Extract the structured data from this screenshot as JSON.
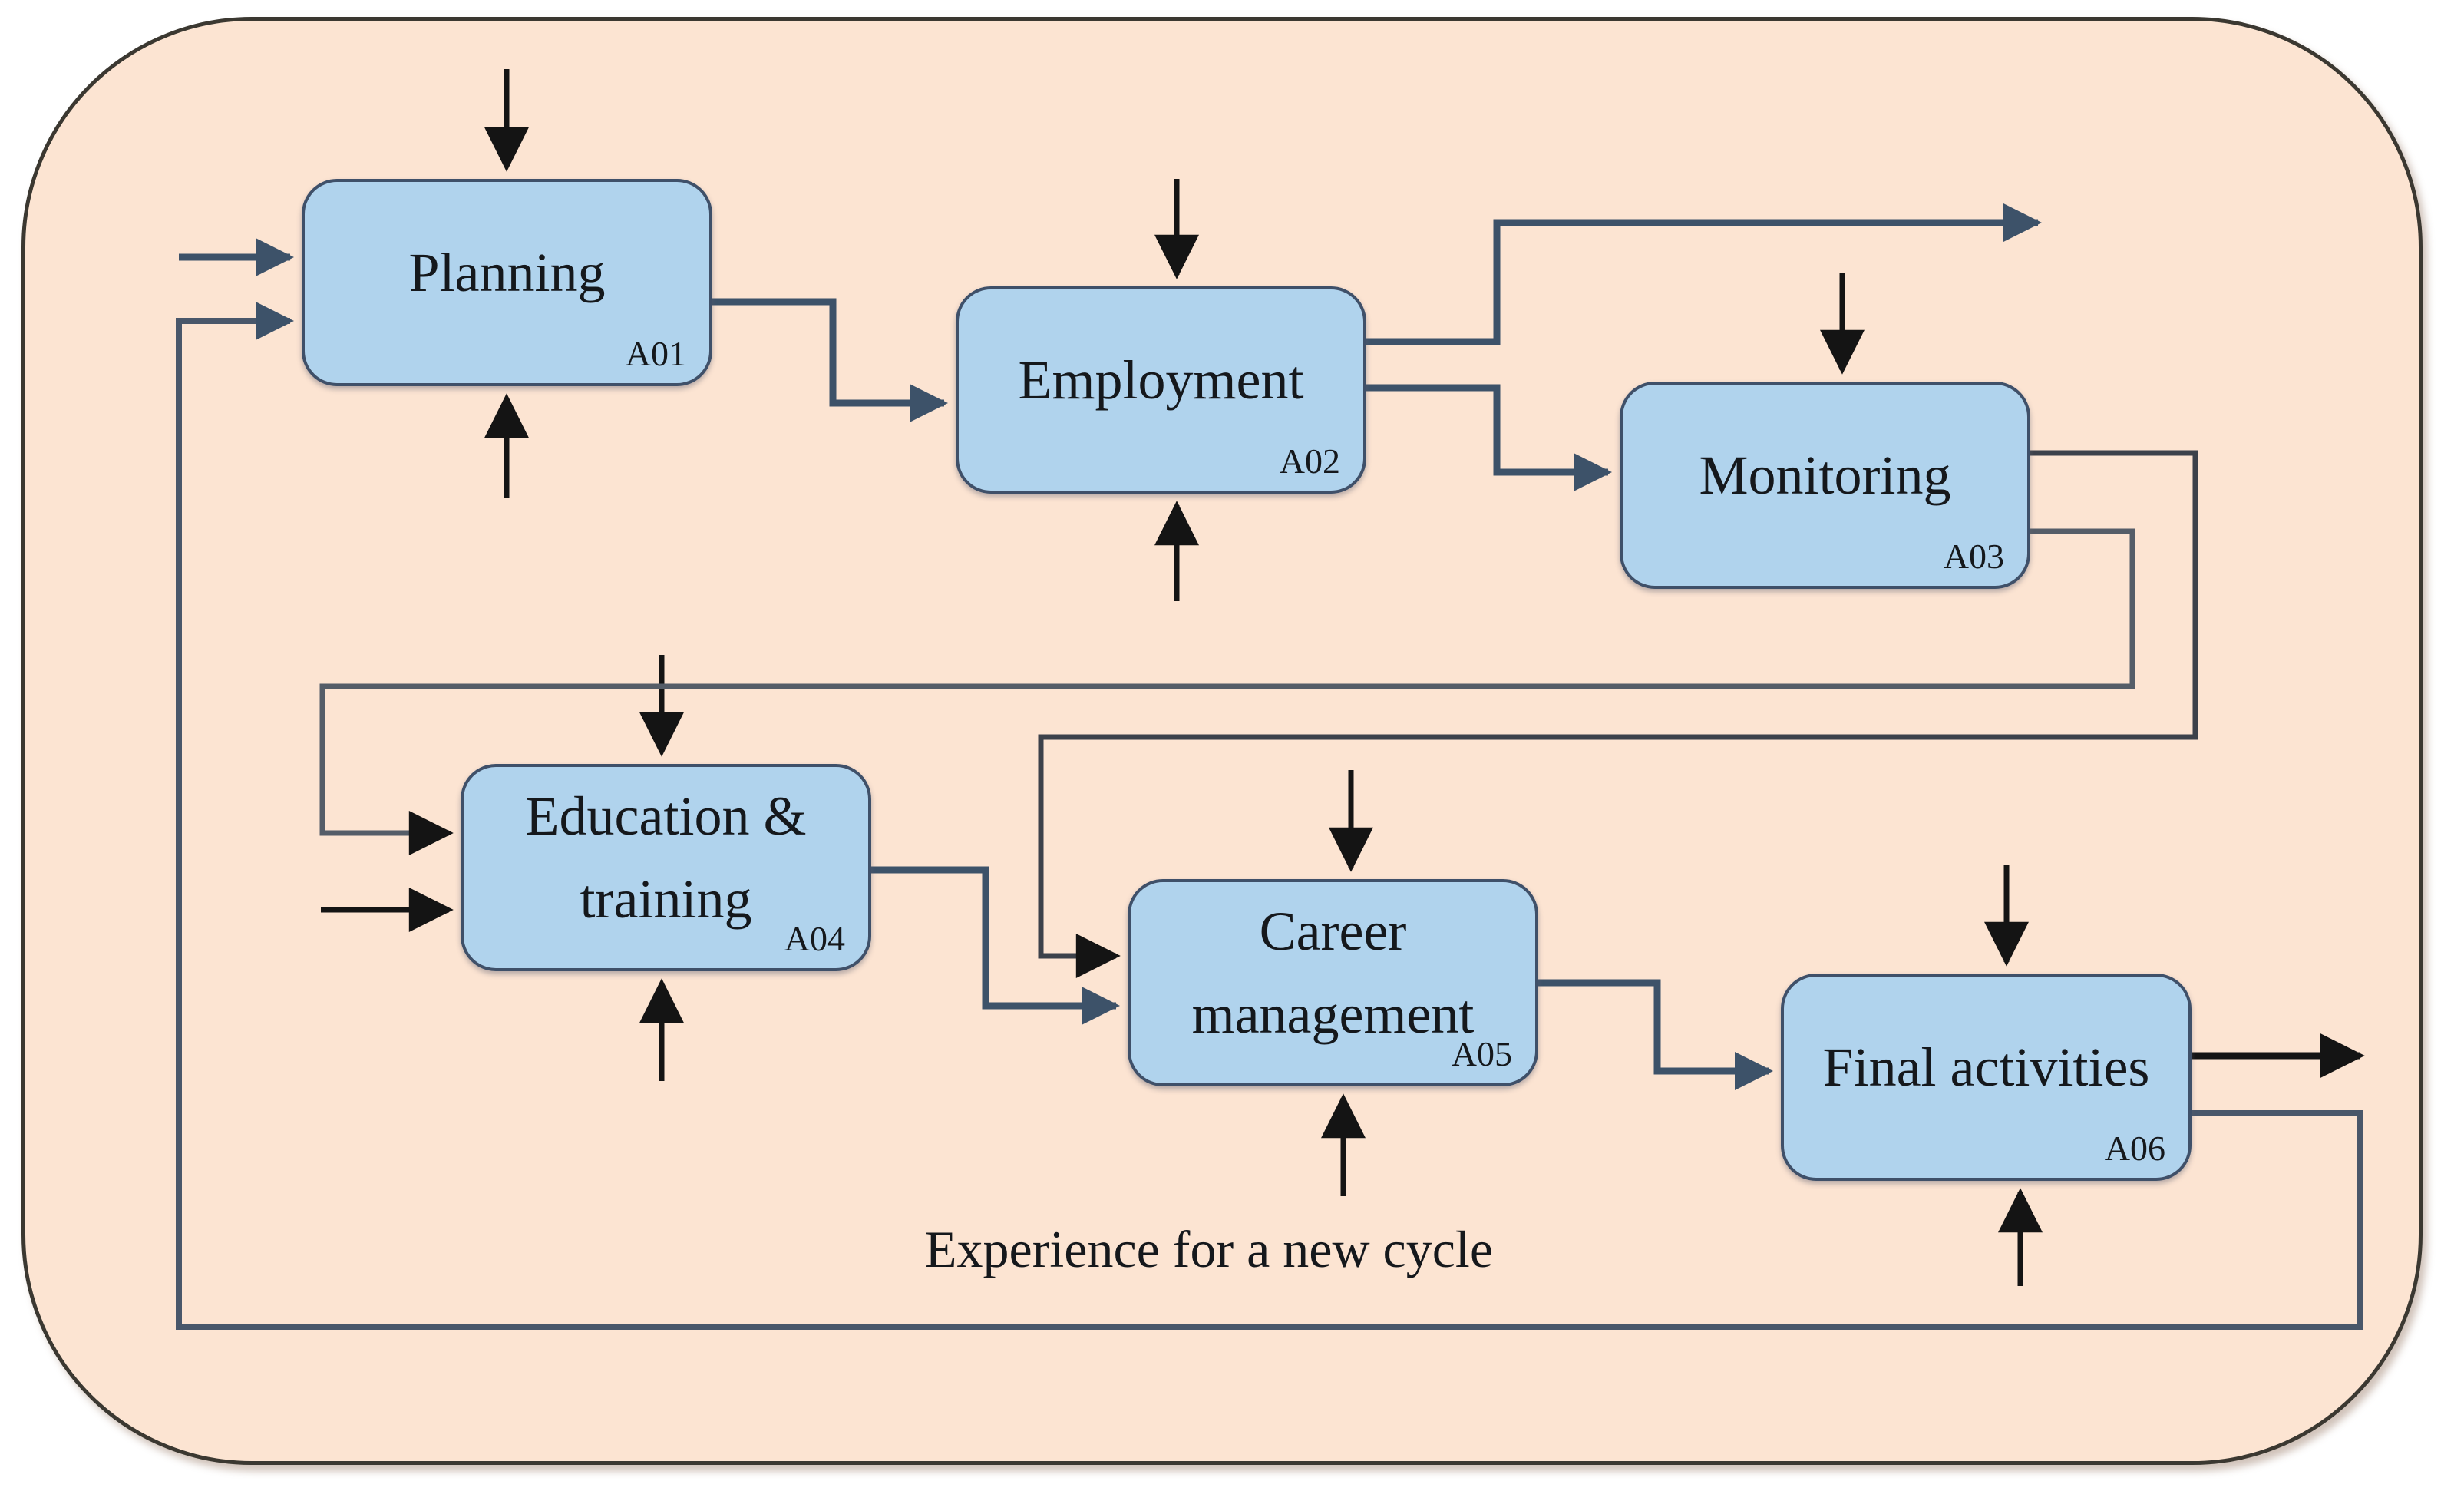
{
  "diagram_title": "",
  "boxes": [
    {
      "label": "Planning",
      "code": "A01"
    },
    {
      "label": "Employment",
      "code": "A02"
    },
    {
      "label": "Monitoring",
      "code": "A03"
    },
    {
      "label": "Education & training",
      "code": "A04"
    },
    {
      "label": "Career management",
      "code": "A05"
    },
    {
      "label": "Final activities",
      "code": "A06"
    }
  ],
  "loop_label": "Experience for a new cycle",
  "colors": {
    "panel_background": "#fce4d2",
    "panel_border": "#3b3831",
    "box_fill": "#b0d3ed",
    "box_border": "#3f5069",
    "connector": "#3d5269",
    "feedback_line": "#49576a",
    "boundary_arrow": "#141414"
  }
}
